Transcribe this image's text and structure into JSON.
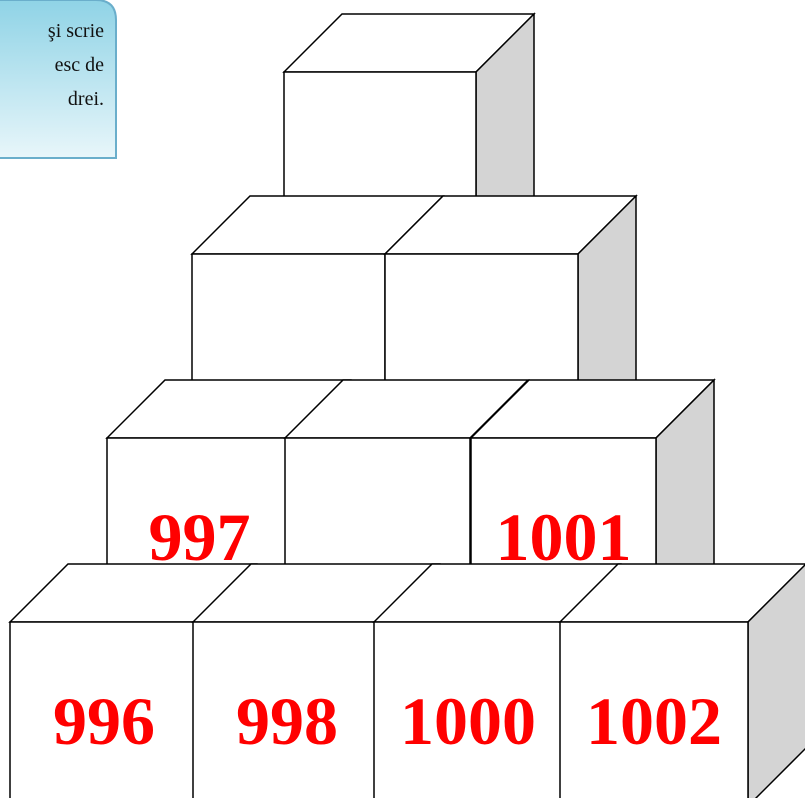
{
  "instruction_card": {
    "lines": [
      "şi scrie",
      "esc de",
      "drei."
    ],
    "colors": {
      "top": "#8fd3e6",
      "bottom": "#e8f6fa",
      "border": "#6aaecb"
    }
  },
  "pyramid": {
    "colors": {
      "front": "#ffffff",
      "side": "#d4d4d4",
      "stroke": "#000000",
      "number": "#ff0000"
    },
    "rows": [
      {
        "name": "top",
        "blocks": [
          ""
        ]
      },
      {
        "name": "second",
        "blocks": [
          "",
          ""
        ]
      },
      {
        "name": "third",
        "blocks": [
          "997",
          "",
          "1001"
        ]
      },
      {
        "name": "bottom",
        "blocks": [
          "996",
          "998",
          "1000",
          "1002"
        ]
      }
    ]
  }
}
